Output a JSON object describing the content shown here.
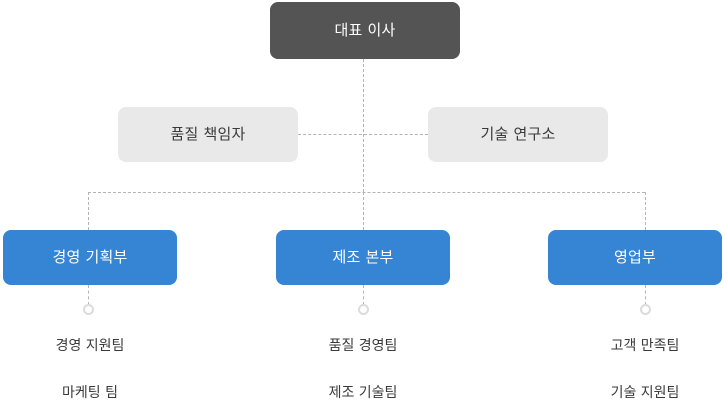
{
  "chart_title": "",
  "colors": {
    "root_box": "#545454",
    "staff_box": "#e9e9e9",
    "dept_box": "#3585d4",
    "connector": "#b4b4b4",
    "ring": "#dcdcdc",
    "dark_text": "#3a3a3a",
    "light_text": "#ffffff",
    "background": "#ffffff"
  },
  "root": {
    "label": "대표 이사"
  },
  "staff": [
    {
      "label": "품질 책임자"
    },
    {
      "label": "기술 연구소"
    }
  ],
  "departments": [
    {
      "label": "경영 기획부",
      "teams": [
        "경영 지원팀",
        "마케팅 팀"
      ]
    },
    {
      "label": "제조 본부",
      "teams": [
        "품질 경영팀",
        "제조 기술팀"
      ]
    },
    {
      "label": "영업부",
      "teams": [
        "고객 만족팀",
        "기술 지원팀"
      ]
    }
  ]
}
